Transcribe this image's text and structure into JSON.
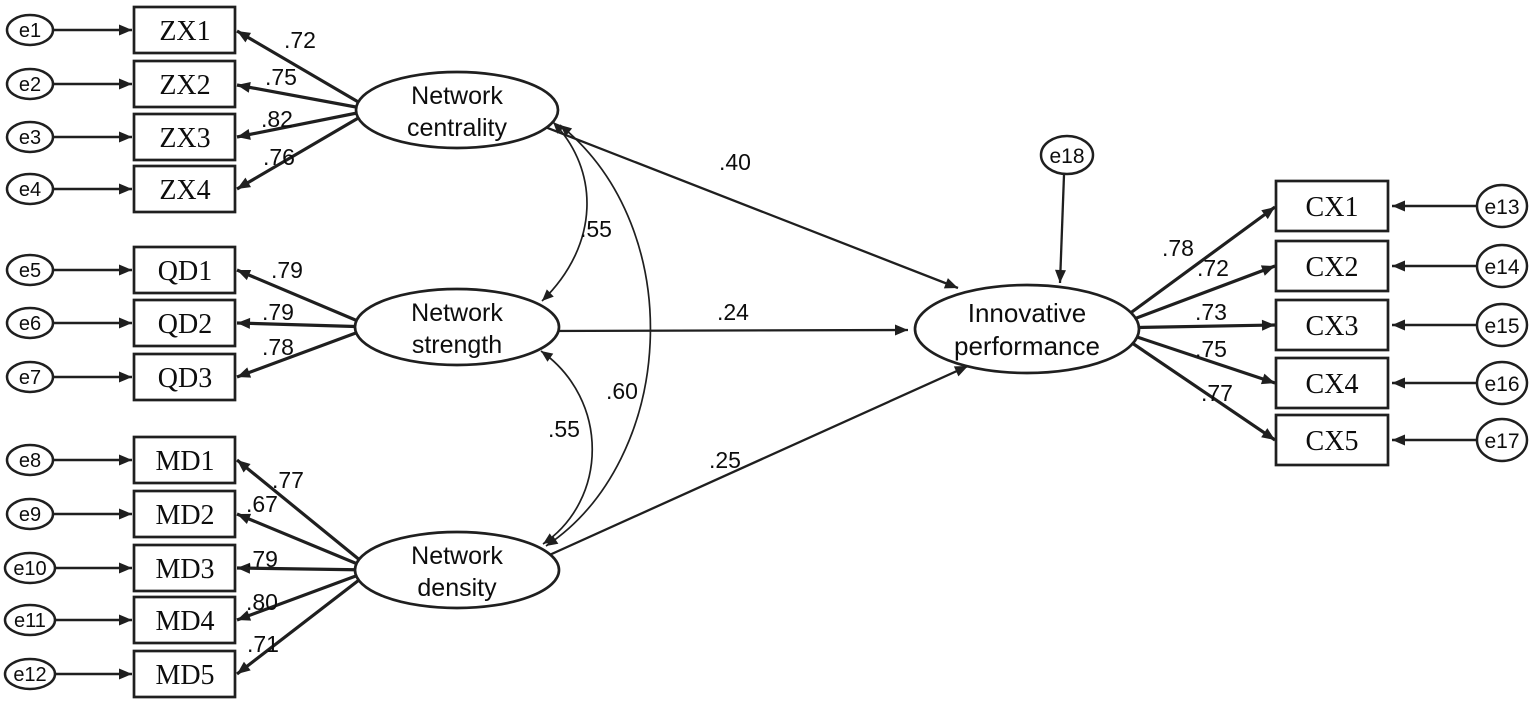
{
  "figure": {
    "kind": "structural-equation-model-path-diagram",
    "background": "#ffffff",
    "line_color": "#1f1f1f",
    "text_color": "#0d0d0d"
  },
  "latents": {
    "centrality": {
      "line1": "Network",
      "line2": "centrality"
    },
    "strength": {
      "line1": "Network",
      "line2": "strength"
    },
    "density": {
      "line1": "Network",
      "line2": "density"
    },
    "performance": {
      "line1": "Innovative",
      "line2": "performance"
    }
  },
  "indicators": {
    "zx": [
      {
        "label": "ZX1",
        "error": "e1",
        "loading": ".72"
      },
      {
        "label": "ZX2",
        "error": "e2",
        "loading": ".75"
      },
      {
        "label": "ZX3",
        "error": "e3",
        "loading": ".82"
      },
      {
        "label": "ZX4",
        "error": "e4",
        "loading": ".76"
      }
    ],
    "qd": [
      {
        "label": "QD1",
        "error": "e5",
        "loading": ".79"
      },
      {
        "label": "QD2",
        "error": "e6",
        "loading": ".79"
      },
      {
        "label": "QD3",
        "error": "e7",
        "loading": ".78"
      }
    ],
    "md": [
      {
        "label": "MD1",
        "error": "e8",
        "loading": ".77"
      },
      {
        "label": "MD2",
        "error": "e9",
        "loading": ".67"
      },
      {
        "label": "MD3",
        "error": "e10",
        "loading": ".79"
      },
      {
        "label": "MD4",
        "error": "e11",
        "loading": ".80"
      },
      {
        "label": "MD5",
        "error": "e12",
        "loading": ".71"
      }
    ],
    "cx": [
      {
        "label": "CX1",
        "error": "e13",
        "loading": ".78"
      },
      {
        "label": "CX2",
        "error": "e14",
        "loading": ".72"
      },
      {
        "label": "CX3",
        "error": "e15",
        "loading": ".73"
      },
      {
        "label": "CX4",
        "error": "e16",
        "loading": ".75"
      },
      {
        "label": "CX5",
        "error": "e17",
        "loading": ".77"
      }
    ]
  },
  "disturbance": {
    "label": "e18"
  },
  "paths": {
    "centrality_performance": ".40",
    "strength_performance": ".24",
    "density_performance": ".25"
  },
  "covariances": {
    "centrality_strength": ".55",
    "centrality_density": ".60",
    "strength_density": ".55"
  }
}
